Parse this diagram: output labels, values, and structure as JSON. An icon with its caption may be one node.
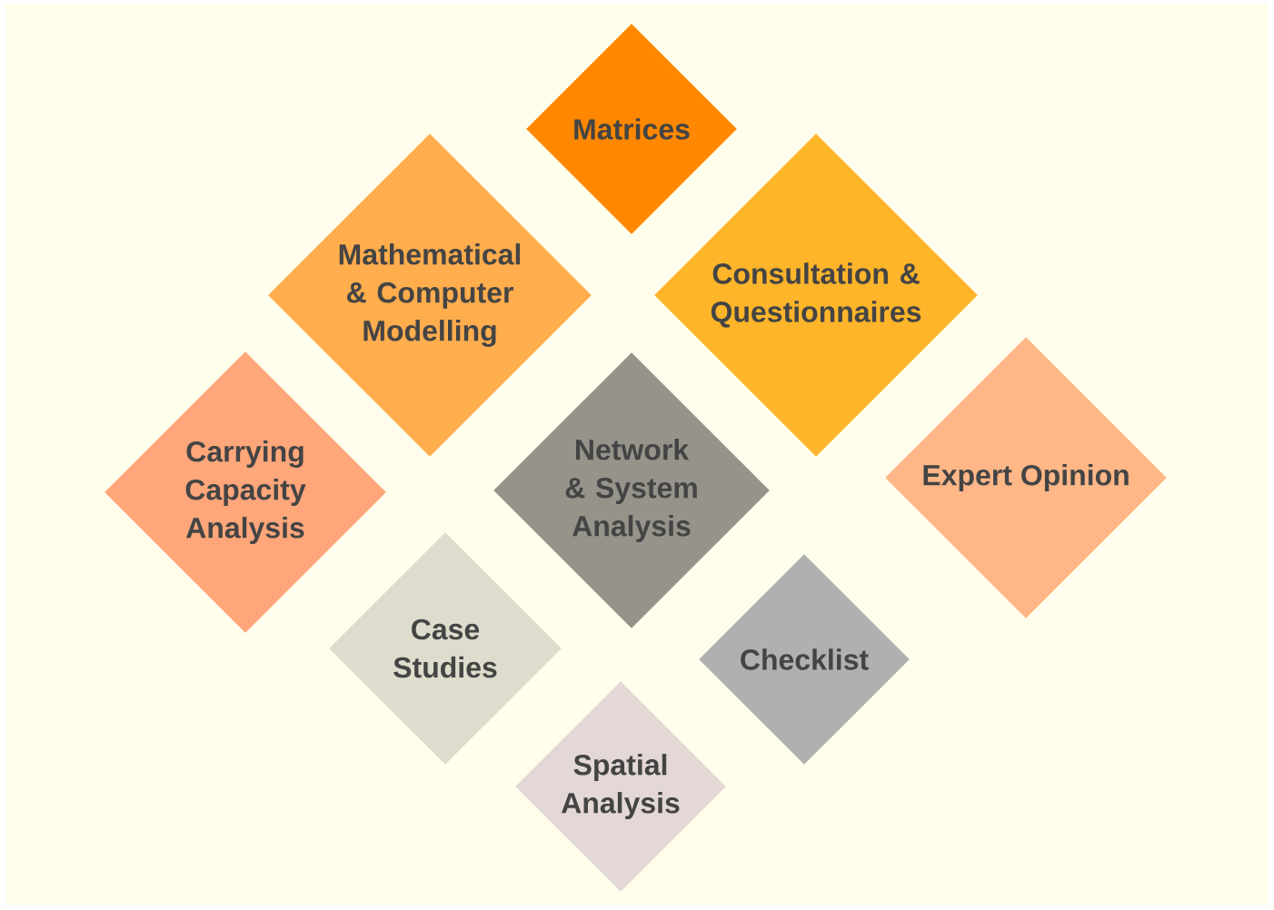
{
  "diagram": {
    "nodes": [
      {
        "text": [
          "Matrices"
        ]
      },
      {
        "text": [
          "Mathematical & Computer Modelling"
        ]
      },
      {
        "text": [
          "Consultation & Questionnaires"
        ]
      },
      {
        "text": [
          "Carrying Capacity Analysis"
        ]
      },
      {
        "text": [
          "Network & System Analysis"
        ]
      },
      {
        "text": [
          "Expert Opinion"
        ]
      },
      {
        "text": [
          "Case Studies"
        ]
      },
      {
        "text": [
          "Checklist"
        ]
      },
      {
        "text": [
          "Spatial Analysis"
        ]
      }
    ]
  }
}
